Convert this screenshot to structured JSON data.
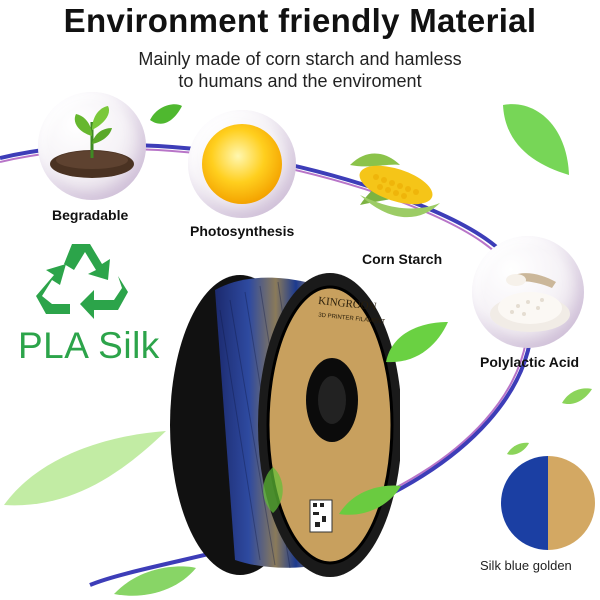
{
  "header": {
    "title": "Environment friendly Material",
    "subtitle_line1": "Mainly made of corn starch and hamless",
    "subtitle_line2": "to humans and the enviroment"
  },
  "features": [
    {
      "label": "Begradable",
      "icon": "sprout-icon"
    },
    {
      "label": "Photosynthesis",
      "icon": "sun-icon"
    },
    {
      "label": "Corn Starch",
      "icon": "corn-icon"
    },
    {
      "label": "Polylactic Acid",
      "icon": "powder-icon"
    }
  ],
  "recycle": {
    "icon": "recycle-icon",
    "label": "PLA Silk",
    "color": "#2ca44a"
  },
  "spool": {
    "brand": "KINGROON",
    "product": "3D PRINTER FILAMENT",
    "filament_colors": [
      "#1c3a8f",
      "#c9a062"
    ]
  },
  "color_swatch": {
    "caption": "Silk blue golden",
    "left_color": "#1b3fa3",
    "right_color": "#d3a863"
  },
  "decor": {
    "leaf_color": "#5cc83c",
    "swirl_color": "#3a3fb5"
  }
}
